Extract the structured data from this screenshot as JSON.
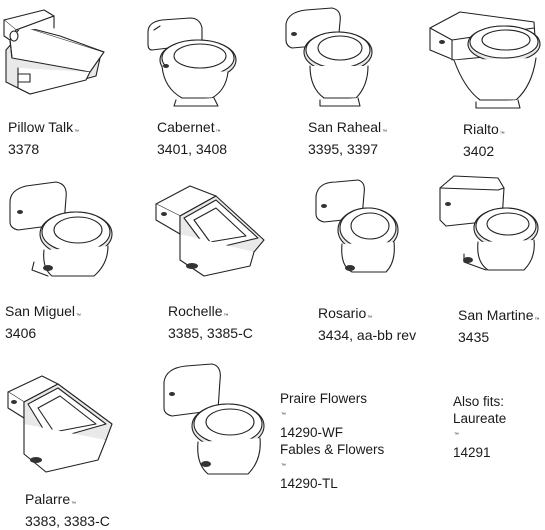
{
  "models": [
    {
      "name": "Pillow Talk",
      "tm": "™",
      "number": "3378"
    },
    {
      "name": "Cabernet",
      "tm": "™",
      "number": "3401, 3408"
    },
    {
      "name": "San Raheal",
      "tm": "™",
      "number": "3395, 3397"
    },
    {
      "name": "Rialto",
      "tm": "™",
      "number": "3402"
    },
    {
      "name": "San Miguel",
      "tm": "™",
      "number": "3406"
    },
    {
      "name": "Rochelle",
      "tm": "™",
      "number": "3385, 3385-C"
    },
    {
      "name": "Rosario",
      "tm": "™",
      "number": "3434, aa-bb rev"
    },
    {
      "name": "San Martine",
      "tm": "™",
      "number": "3435"
    },
    {
      "name": "Palarre",
      "tm": "™",
      "number": "3383, 3383-C"
    }
  ],
  "also": {
    "line1": "Praire Flowers",
    "line1_tm": "™",
    "line1_num": "14290-WF",
    "line2": "Fables & Flowers",
    "line2_tm": "™",
    "line2_num": "14290-TL"
  },
  "also_fits": {
    "heading": "Also fits:",
    "name": "Laureate",
    "tm": "™",
    "number": "14291"
  }
}
